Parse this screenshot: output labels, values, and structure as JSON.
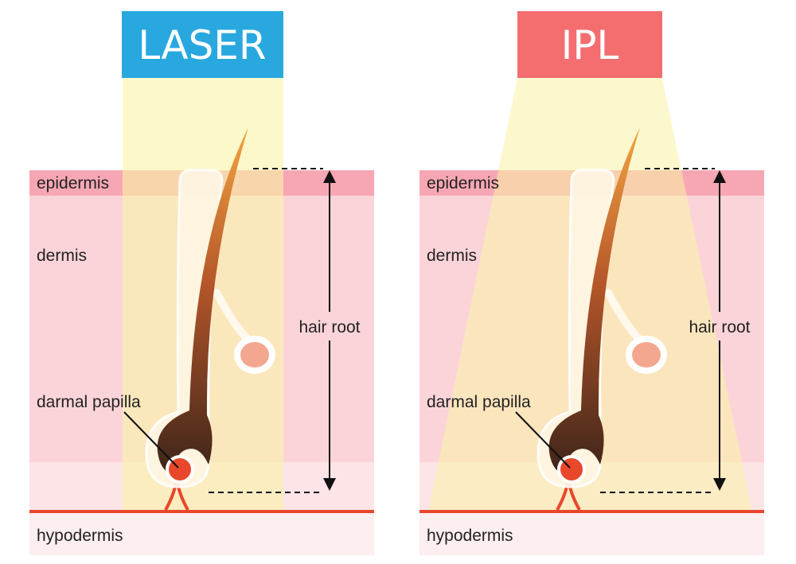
{
  "panels": [
    {
      "title": "LASER",
      "title_color": "#29a8e0",
      "beam": "straight",
      "labels": {
        "epidermis": "epidermis",
        "dermis": "dermis",
        "papilla": "darmal papilla",
        "root": "hair root",
        "hypodermis": "hypodermis"
      }
    },
    {
      "title": "IPL",
      "title_color": "#f46d6f",
      "beam": "diverging",
      "labels": {
        "epidermis": "epidermis",
        "dermis": "dermis",
        "papilla": "darmal papilla",
        "root": "hair root",
        "hypodermis": "hypodermis"
      }
    }
  ],
  "colors": {
    "epidermis": "#f7a7b4",
    "dermis": "#fbd4d9",
    "lower_dermis": "#fce4e7",
    "hypodermis": "#fdeef0",
    "vessel": "#e8472c",
    "beam": "#faf3a6"
  }
}
